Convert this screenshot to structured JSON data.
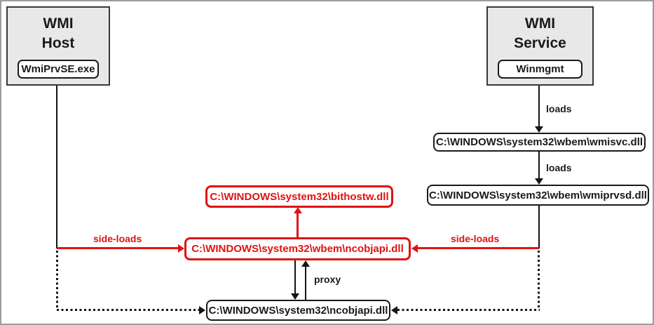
{
  "nodes": {
    "wmi_host": {
      "title": "WMI\nHost",
      "process": "WmiPrvSE.exe"
    },
    "wmi_service": {
      "title": "WMI\nService",
      "process": "Winmgmt"
    },
    "wmisvc": {
      "path": "C:\\WINDOWS\\system32\\wbem\\wmisvc.dll"
    },
    "wmiprvsd": {
      "path": "C:\\WINDOWS\\system32\\wbem\\wmiprvsd.dll"
    },
    "bithostw": {
      "path": "C:\\WINDOWS\\system32\\bithostw.dll"
    },
    "ncobjapi_wbem": {
      "path": "C:\\WINDOWS\\system32\\wbem\\ncobjapi.dll"
    },
    "ncobjapi_system32": {
      "path": "C:\\WINDOWS\\system32\\ncobjapi.dll"
    }
  },
  "edges": {
    "loads_service_to_wmisvc": "loads",
    "loads_wmisvc_to_wmiprvsd": "loads",
    "side_loads_left": "side-loads",
    "side_loads_right": "side-loads",
    "proxy": "proxy"
  },
  "colors": {
    "highlight_red": "#e01212",
    "line_black": "#141414",
    "node_fill": "#e8e8e8",
    "node_border": "#383838",
    "frame_gray": "#9c9c9c",
    "background": "#ffffff"
  }
}
